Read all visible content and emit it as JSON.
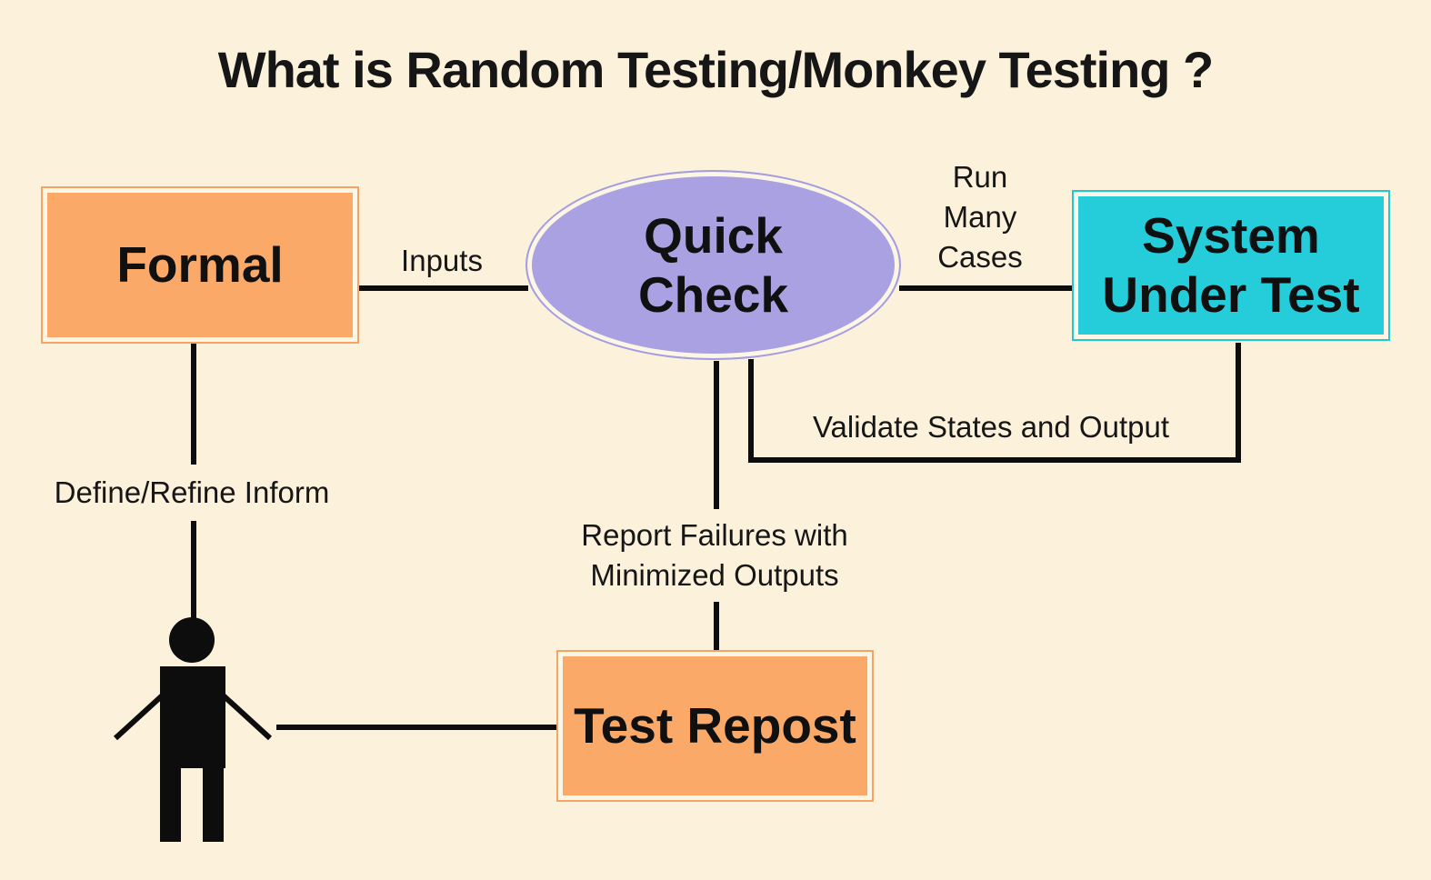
{
  "title": "What is Random Testing/Monkey Testing ?",
  "nodes": {
    "formal": {
      "label": "Formal",
      "shape": "rectangle",
      "fill": "#faa968"
    },
    "quick_check": {
      "label": "Quick\nCheck",
      "shape": "ellipse",
      "fill": "#a9a1e1"
    },
    "system_under_test": {
      "label": "System\nUnder Test",
      "shape": "rectangle",
      "fill": "#25cddb"
    },
    "test_report": {
      "label": "Test Repost",
      "shape": "rectangle",
      "fill": "#faa968"
    }
  },
  "edges": {
    "inputs": {
      "label": "Inputs"
    },
    "run_many_cases": {
      "label": "Run\nMany\nCases"
    },
    "validate": {
      "label": "Validate States and Output"
    },
    "define_refine": {
      "label": "Define/Refine Inform"
    },
    "report_failures": {
      "label": "Report Failures with\nMinimized Outputs"
    }
  },
  "person": {
    "icon": "person-icon"
  },
  "colors": {
    "background": "#fcf2dc",
    "orange_fill": "#faa968",
    "purple_fill": "#a9a1e1",
    "cyan_fill": "#25cddb",
    "inner_stroke": "#fdf6e4",
    "line": "#0d0d0d",
    "text": "#131313"
  }
}
